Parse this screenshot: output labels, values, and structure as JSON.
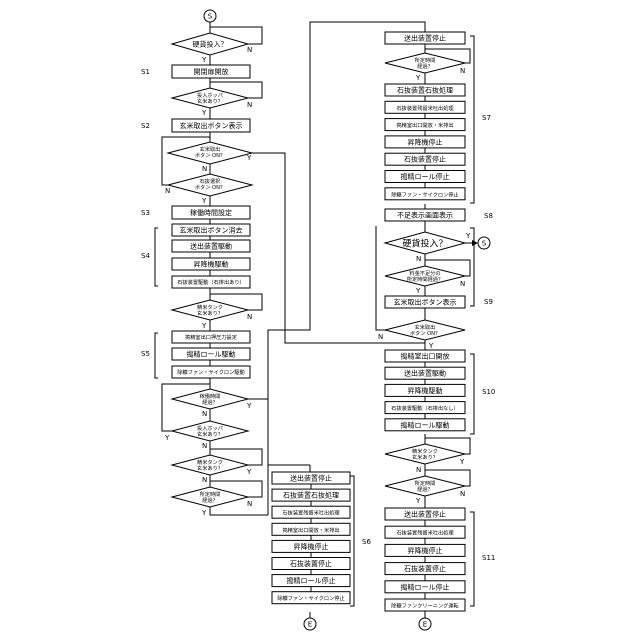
{
  "terminals": {
    "start": "S",
    "end": "E"
  },
  "yn": {
    "yes": "Y",
    "no": "N"
  },
  "left": {
    "d1": "硬貨投入？",
    "s1": "開閉扉開放",
    "d2": [
      "投入ホッパ",
      "玄米あり？"
    ],
    "s2": "玄米取出ボタン表示",
    "d3": [
      "玄米取出",
      "ボタン ON？"
    ],
    "d4": [
      "石抜選択",
      "ボタン ON？"
    ],
    "s3": "稼働時間設定",
    "b1": "玄米取出ボタン消去",
    "b2": "送出装置駆動",
    "b3": "昇降機駆動",
    "b4": "石抜装置駆動（石排出あり）",
    "d5": [
      "精米タンク",
      "玄米あり？"
    ],
    "b5": "搗精室出口押圧力設定",
    "b6": "搗精ロール駆動",
    "b7": "除糠ファン・サイクロン駆動",
    "d6": [
      "稼働時間",
      "経過？"
    ],
    "d7": [
      "投入ホッパ",
      "玄米あり？"
    ],
    "d8": [
      "精米タンク",
      "玄米あり？"
    ],
    "d9": [
      "所定時間",
      "経過？"
    ]
  },
  "left_steps": {
    "s1": "S1",
    "s2": "S2",
    "s3": "S3",
    "s4": "S4",
    "s5": "S5"
  },
  "s6": {
    "label": "S6",
    "items": [
      "送出装置停止",
      "石抜装置石抜処理",
      "石抜装置残留米吐出処理",
      "搗精室出口開放・米排出",
      "昇降機停止",
      "石抜装置停止",
      "搗精ロール停止",
      "除糠ファン・サイクロン停止"
    ]
  },
  "s7": {
    "label": "S7",
    "top": "送出装置停止",
    "d": [
      "所定時間",
      "経過？"
    ],
    "items": [
      "石抜装置石抜処理",
      "石抜装置残留米吐出処理",
      "搗精室出口開放・米排出",
      "昇降機停止",
      "石抜装置停止",
      "搗精ロール停止",
      "除糠ファン・サイクロン停止"
    ]
  },
  "s8": {
    "label": "S8",
    "box": "不足表示画面表示"
  },
  "s9": {
    "label": "S9",
    "d1": "硬貨投入？",
    "d2": [
      "料金不足分の",
      "所定時間経過？"
    ],
    "box": "玄米取出ボタン表示",
    "d3": [
      "玄米取出",
      "ボタン ON？"
    ]
  },
  "s10": {
    "label": "S10",
    "items": [
      "搗精室出口開放",
      "送出装置駆動",
      "昇降機駆動",
      "石抜装置駆動（石排出なし）",
      "搗精ロール駆動"
    ]
  },
  "rd1": [
    "精米タンク",
    "玄米あり？"
  ],
  "rd2": [
    "所定時間",
    "経過？"
  ],
  "s11": {
    "label": "S11",
    "items": [
      "送出装置停止",
      "石抜装置残留米吐出処理",
      "昇降機停止",
      "石抜装置停止",
      "搗精ロール停止",
      "除糠ファンクリーニング運転"
    ]
  }
}
